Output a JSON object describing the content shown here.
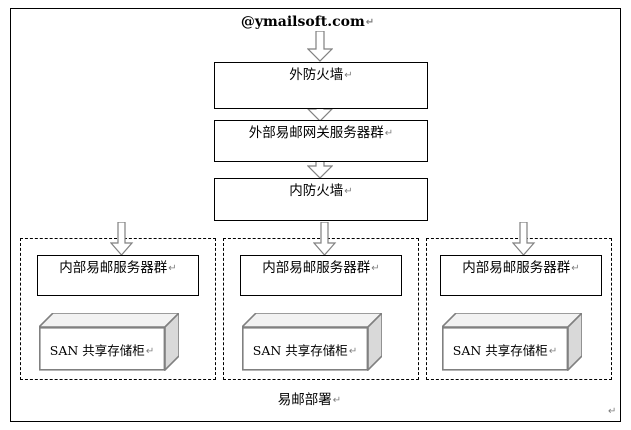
{
  "diagram": {
    "title_text": "@ymailsoft.com",
    "caption": "易邮部署",
    "return_mark": "↵",
    "colors": {
      "frame": "#000000",
      "box_border": "#000000",
      "arrow_outline": "#808080",
      "arrow_fill": "#ffffff",
      "san_border": "#808080",
      "san_top_fill": "#f2f2f2",
      "san_side_fill": "#d9d9d9",
      "san_front_fill": "#ffffff",
      "dashed_border": "#000000",
      "pilcrow": "#7f7f7f"
    },
    "flow_boxes": [
      {
        "label": "外防火墙"
      },
      {
        "label": "外部易邮网关服务器群"
      },
      {
        "label": "内防火墙"
      }
    ],
    "zones": [
      {
        "server_label": "内部易邮服务器群",
        "storage_prefix": "SAN ",
        "storage_label": "共享存储柜"
      },
      {
        "server_label": "内部易邮服务器群",
        "storage_prefix": "SAN ",
        "storage_label": "共享存储柜"
      },
      {
        "server_label": "内部易邮服务器群",
        "storage_prefix": "SAN ",
        "storage_label": "共享存储柜"
      }
    ],
    "arrows": [
      {
        "name": "arrow-email-to-outer-firewall"
      },
      {
        "name": "arrow-outer-firewall-to-gateway"
      },
      {
        "name": "arrow-gateway-to-inner-firewall"
      },
      {
        "name": "arrow-inner-firewall-to-zone-1"
      },
      {
        "name": "arrow-inner-firewall-to-zone-2"
      },
      {
        "name": "arrow-inner-firewall-to-zone-3"
      }
    ]
  }
}
